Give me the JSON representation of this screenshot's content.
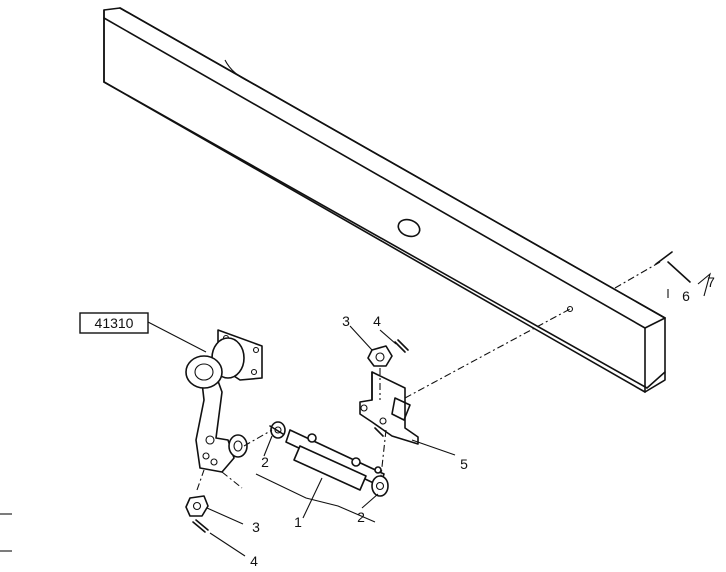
{
  "reference_box": "41310",
  "callouts": {
    "c1": "1",
    "c2_left": "2",
    "c2_right": "2",
    "c3_top": "3",
    "c3_bottom": "3",
    "c4_top": "4",
    "c4_bottom": "4",
    "c5": "5",
    "c6": "6",
    "c7": "7"
  }
}
